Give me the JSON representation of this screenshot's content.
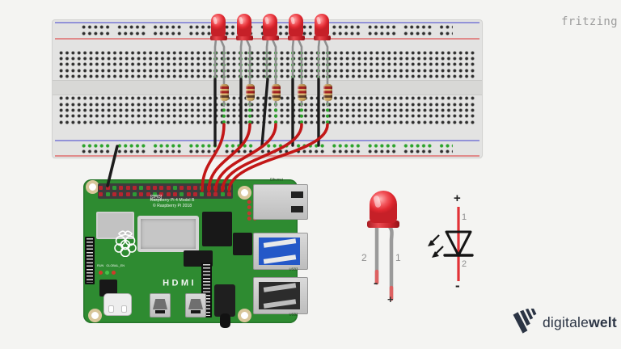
{
  "watermark": "fritzing",
  "logo": {
    "text_regular": "digitale",
    "text_bold": "welt"
  },
  "pi": {
    "title_line1": "Raspberry Pi 4 Model B",
    "title_line2": "© Raspberry Pi 2018",
    "gpio": "GPIO",
    "hdmi": "HDMI",
    "ethernet": "Ethernet",
    "usb3": "USB3",
    "usb2": "USB2",
    "run": "RUN",
    "global_en": "GLOBAL_EN"
  },
  "legend": {
    "pin1": "1",
    "pin2": "2",
    "plus": "+",
    "minus": "-"
  },
  "schematic": {
    "pin1": "1",
    "pin2": "2",
    "plus": "+",
    "minus": "-"
  },
  "circuit": {
    "led_count": 5,
    "resistor_count": 5,
    "colors": {
      "led": "#e42a2f",
      "signal_wire": "#c21717",
      "ground_wire": "#1c1c1c",
      "rail_positive": "#e08a8a",
      "rail_negative": "#9292d8",
      "connected_hole": "#2ba32b",
      "pcb": "#2e8b31"
    }
  }
}
